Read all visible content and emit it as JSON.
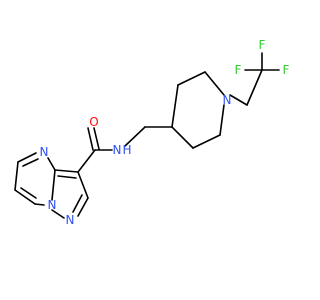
{
  "molecule": {
    "atom_labels": {
      "F1": "F",
      "F2": "F",
      "F3": "F",
      "N_piperidine": "N",
      "N_amide": "N",
      "H_amide": "H",
      "O_carbonyl": "O",
      "N_pyrimidine": "N",
      "N_bridge": "N",
      "N_pyrazole": "N"
    },
    "colors": {
      "bond": "#000000",
      "nitrogen": "#3050F8",
      "oxygen": "#FF0D0D",
      "fluorine": "#33CC33"
    }
  }
}
